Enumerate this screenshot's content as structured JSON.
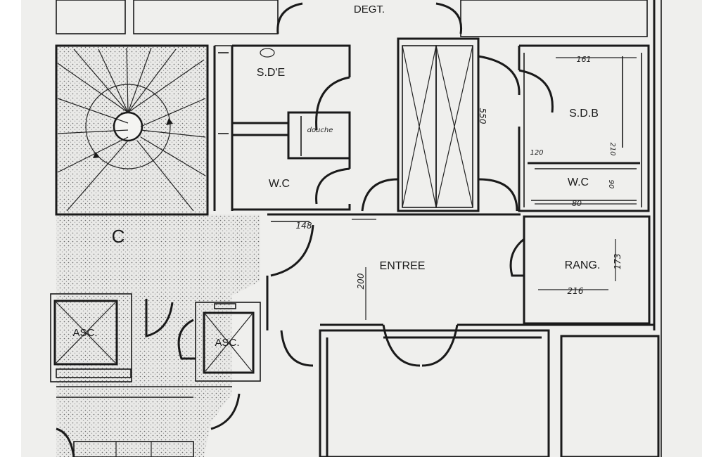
{
  "rooms": {
    "degt": "DEGT.",
    "sde": "S.D'E",
    "wc_left": "W.C",
    "sdb": "S.D.B",
    "wc_right": "W.C",
    "entree": "ENTREE",
    "rang": "RANG.",
    "asc_left": "ASC.",
    "asc_right": "ASC.",
    "c": "C"
  },
  "annotations": {
    "douche": "douche",
    "dim_148": "148",
    "dim_200": "200",
    "dim_550": "550",
    "dim_216": "216",
    "dim_173": "173",
    "dim_161": "161",
    "dim_80": "80",
    "dim_120": "120",
    "dim_210": "210",
    "dim_90": "90"
  },
  "colors": {
    "paper": "#efefed",
    "ink": "#1a1a1a",
    "margin": "#ffffff"
  }
}
